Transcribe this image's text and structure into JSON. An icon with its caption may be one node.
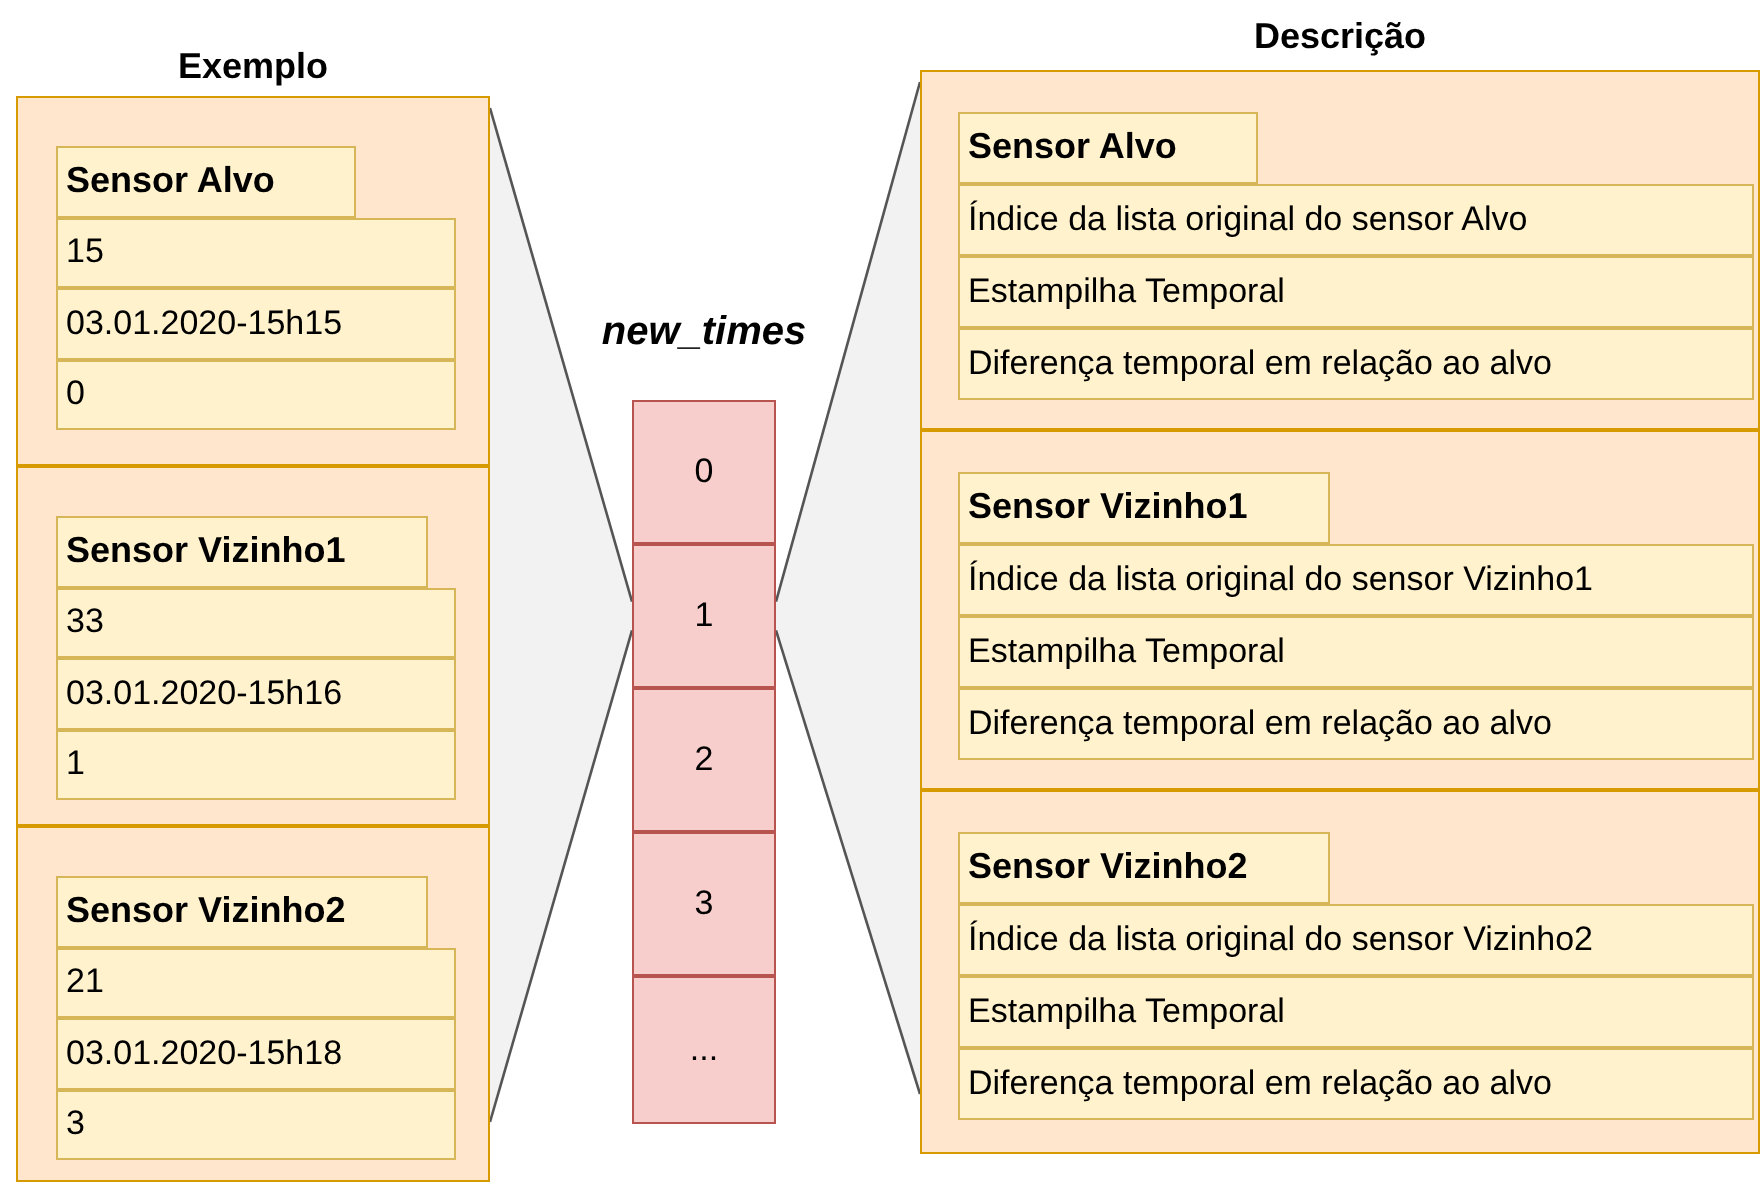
{
  "diagram": {
    "nodes": [
      {
        "text": [
          "Exemplo"
        ]
      },
      {
        "text": [
          "Sensor Alvo",
          "15",
          "03.01.2020-15h15",
          "0"
        ],
        "in": 0
      },
      {
        "text": [
          "Sensor Vizinho1",
          "33",
          "03.01.2020-15h16",
          "1"
        ],
        "in": 0
      },
      {
        "text": [
          "Sensor Vizinho2",
          "21",
          "03.01.2020-15h18",
          "3"
        ],
        "in": 0
      },
      {
        "text": [
          "new_times"
        ]
      },
      {
        "text": [
          "0"
        ],
        "in": 4
      },
      {
        "text": [
          "1"
        ],
        "in": 4
      },
      {
        "text": [
          "2"
        ],
        "in": 4
      },
      {
        "text": [
          "3"
        ],
        "in": 4
      },
      {
        "text": [
          "..."
        ],
        "in": 4
      },
      {
        "text": [
          "Descrição"
        ]
      },
      {
        "text": [
          "Sensor Alvo",
          "Índice da lista original do sensor Alvo",
          "Estampilha Temporal",
          "Diferença temporal em relação ao alvo"
        ],
        "in": 10
      },
      {
        "text": [
          "Sensor Vizinho1",
          "Índice da lista original do sensor Vizinho1",
          "Estampilha Temporal",
          "Diferença temporal em relação ao alvo"
        ],
        "in": 10
      },
      {
        "text": [
          "Sensor Vizinho2",
          "Índice da lista original do sensor Vizinho2",
          "Estampilha Temporal",
          "Diferença temporal em relação ao alvo"
        ],
        "in": 10
      }
    ],
    "edges": [
      {
        "from": 6,
        "to": 0,
        "arrow": "none"
      },
      {
        "from": 6,
        "to": 0,
        "arrow": "none"
      },
      {
        "from": 6,
        "to": 10,
        "arrow": "none"
      },
      {
        "from": 6,
        "to": 10,
        "arrow": "none"
      }
    ]
  }
}
